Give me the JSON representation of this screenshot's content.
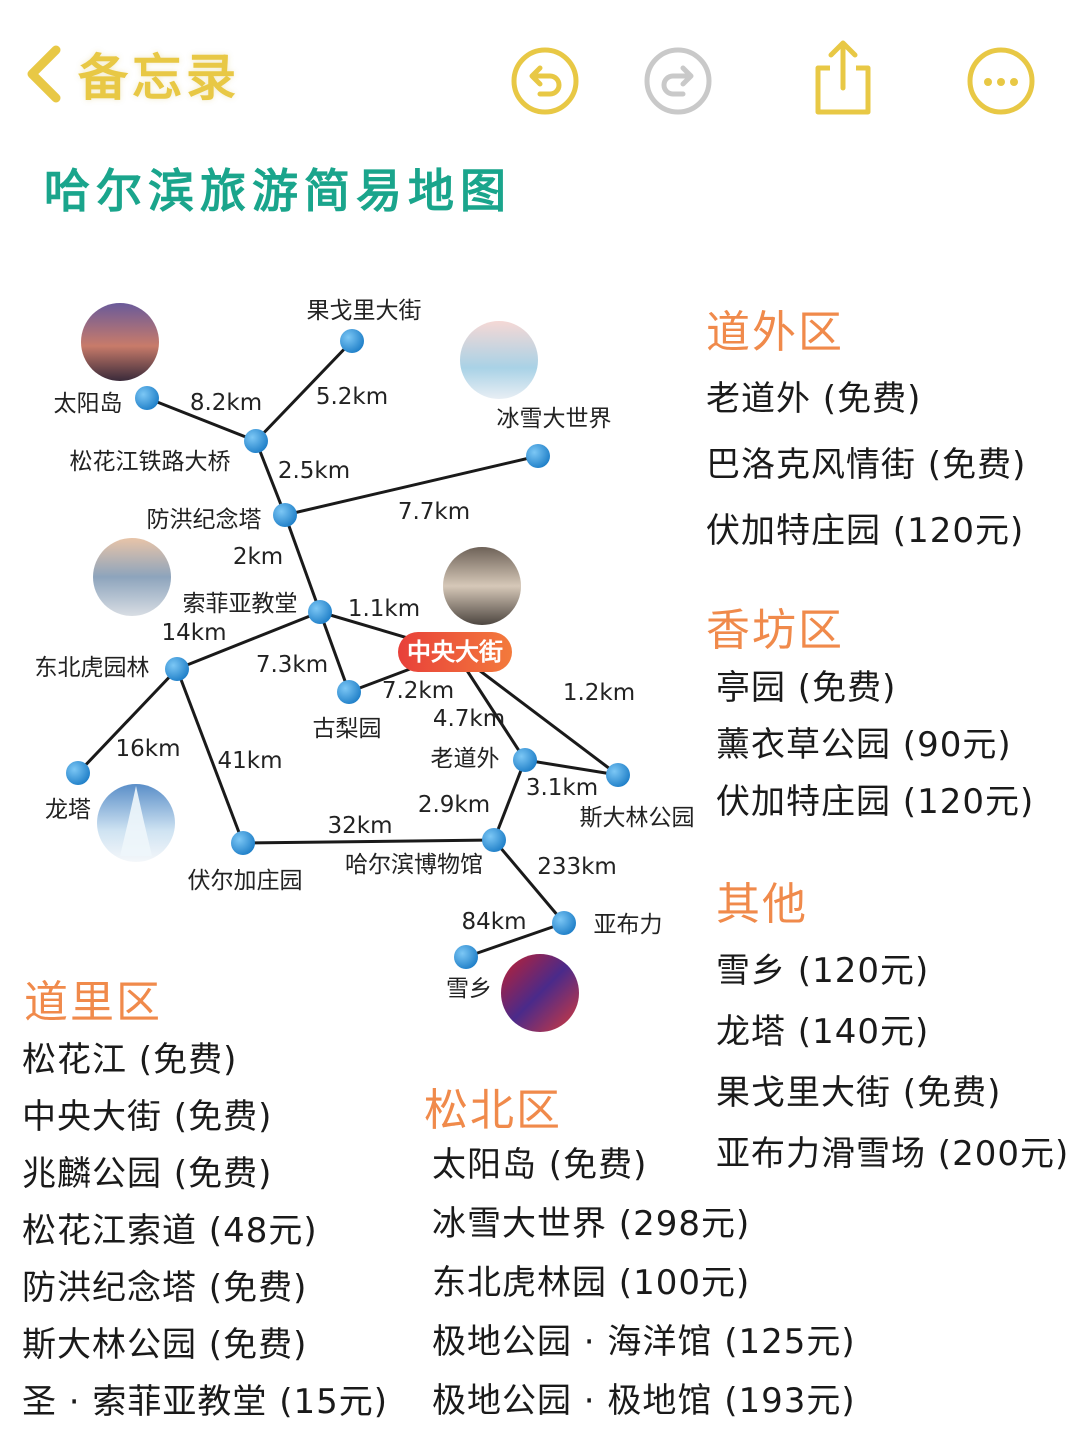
{
  "header": {
    "back_label": "备忘录",
    "icons": [
      "chevron-left-icon",
      "undo-icon",
      "redo-icon",
      "share-icon",
      "more-icon"
    ],
    "accent": "#e8c845",
    "redo_color": "#c9c9c9"
  },
  "title": "哈尔滨旅游简易地图",
  "colors": {
    "title": "#1aa58c",
    "section": "#f08a4b",
    "node": "#2b8fd6",
    "center": "#f0503a",
    "edge": "#1a1a1a"
  },
  "map": {
    "center_label": "中央大街",
    "nodes": [
      {
        "id": "taiyangdao",
        "label": "太阳岛"
      },
      {
        "id": "guogeli",
        "label": "果戈里大街"
      },
      {
        "id": "songhuajiang",
        "label": "松花江铁路大桥"
      },
      {
        "id": "bingxue",
        "label": "冰雪大世界"
      },
      {
        "id": "fanghong",
        "label": "防洪纪念塔"
      },
      {
        "id": "suofeiya",
        "label": "索菲亚教堂"
      },
      {
        "id": "zhongyang",
        "label": "中央大街"
      },
      {
        "id": "dongbeihu",
        "label": "东北虎园林"
      },
      {
        "id": "gualiyuan",
        "label": "古梨园"
      },
      {
        "id": "laodaowai",
        "label": "老道外"
      },
      {
        "id": "sidalin",
        "label": "斯大林公园"
      },
      {
        "id": "longta",
        "label": "龙塔"
      },
      {
        "id": "fuerjia",
        "label": "伏尔加庄园"
      },
      {
        "id": "bowuguan",
        "label": "哈尔滨博物馆"
      },
      {
        "id": "yabuli",
        "label": "亚布力"
      },
      {
        "id": "xuexiang",
        "label": "雪乡"
      }
    ],
    "edges": [
      {
        "from": "taiyangdao",
        "to": "songhuajiang",
        "label": "8.2km"
      },
      {
        "from": "guogeli",
        "to": "songhuajiang",
        "label": "5.2km"
      },
      {
        "from": "songhuajiang",
        "to": "fanghong",
        "label": "2.5km"
      },
      {
        "from": "fanghong",
        "to": "bingxue",
        "label": "7.7km"
      },
      {
        "from": "fanghong",
        "to": "suofeiya",
        "label": "2km"
      },
      {
        "from": "suofeiya",
        "to": "zhongyang",
        "label": "1.1km"
      },
      {
        "from": "suofeiya",
        "to": "dongbeihu",
        "label": "14km"
      },
      {
        "from": "suofeiya",
        "to": "gualiyuan",
        "label": "7.3km"
      },
      {
        "from": "gualiyuan",
        "to": "zhongyang",
        "label": "7.2km"
      },
      {
        "from": "zhongyang",
        "to": "laodaowai",
        "label": "4.7km"
      },
      {
        "from": "zhongyang",
        "to": "sidalin",
        "label": "1.2km"
      },
      {
        "from": "laodaowai",
        "to": "sidalin",
        "label": "3.1km"
      },
      {
        "from": "dongbeihu",
        "to": "longta",
        "label": "16km"
      },
      {
        "from": "dongbeihu",
        "to": "fuerjia",
        "label": "41km"
      },
      {
        "from": "fuerjia",
        "to": "bowuguan",
        "label": "32km"
      },
      {
        "from": "laodaowai",
        "to": "bowuguan",
        "label": "2.9km"
      },
      {
        "from": "bowuguan",
        "to": "yabuli",
        "label": "233km"
      },
      {
        "from": "yabuli",
        "to": "xuexiang",
        "label": "84km"
      }
    ]
  },
  "sections": {
    "daowai": {
      "title": "道外区",
      "items": [
        "老道外 (免费)",
        "巴洛克风情街  (免费)",
        "伏加特庄园  (120元)"
      ]
    },
    "xiangfang": {
      "title": "香坊区",
      "items": [
        "亭园  (免费)",
        "薰衣草公园 (90元)",
        "伏加特庄园 (120元)"
      ]
    },
    "qita": {
      "title": "其他",
      "items": [
        "雪乡  (120元)",
        "龙塔  (140元)",
        "果戈里大街  (免费)",
        "亚布力滑雪场 (200元)"
      ]
    },
    "daoli": {
      "title": "道里区",
      "items": [
        "松花江  (免费)",
        "中央大街 (免费)",
        "兆麟公园  (免费)",
        "松花江索道 (48元)",
        "防洪纪念塔  (免费)",
        "斯大林公园  (免费)",
        "圣 · 索菲亚教堂 (15元)"
      ]
    },
    "songbei": {
      "title": "松北区",
      "items": [
        "太阳岛  (免费)",
        "冰雪大世界  (298元)",
        "东北虎林园  (100元)",
        "极地公园 · 海洋馆  (125元)",
        "极地公园 · 极地馆  (193元)"
      ]
    }
  }
}
